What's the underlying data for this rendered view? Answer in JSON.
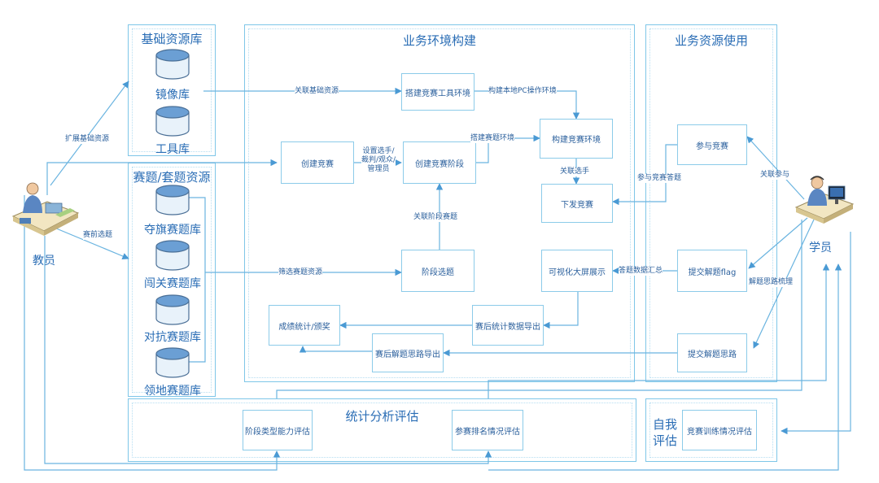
{
  "regions": {
    "base": "基础资源库",
    "contest": "赛题/套题资源",
    "env": "业务环境构建",
    "use": "业务资源使用",
    "stats": "统计分析评估",
    "self_line1": "自我",
    "self_line2": "评估"
  },
  "databases": {
    "mirror": "镜像库",
    "tool": "工具库",
    "ctf": "夺旗赛题库",
    "chuangguan": "闯关赛题库",
    "duikang": "对抗赛题库",
    "lingdi": "领地赛题库"
  },
  "actors": {
    "teacher": "教员",
    "student": "学员"
  },
  "nodes": {
    "build_tool_env": "搭建竞赛工具环境",
    "create_contest": "创建竞赛",
    "create_stage": "创建竞赛阶段",
    "build_env": "构建竞赛环境",
    "dispatch": "下发竞赛",
    "stage_select": "阶段选题",
    "big_screen": "可视化大屏展示",
    "after_export": "赛后统计数据导出",
    "score": "成绩统计/颁奖",
    "solution_export": "赛后解题思路导出",
    "join": "参与竞赛",
    "submit_flag": "提交解题flag",
    "submit_idea": "提交解题思路",
    "stage_eval": "阶段类型能力评估",
    "rank_eval": "参赛排名情况评估",
    "train_eval": "竞赛训练情况评估"
  },
  "edges": {
    "expand_base": "扩展基础资源",
    "pre_select": "赛前选题",
    "link_base": "关联基础资源",
    "local_pc": "构建本地PC操作环境",
    "set_roles": "设置选手/\n裁判/观众/\n管理员",
    "build_stage_env": "搭建赛题环境",
    "link_player": "关联选手",
    "link_stage": "关联阶段赛题",
    "filter": "筛选赛题资源",
    "join_answer": "参与竞赛答题",
    "link_join": "关联参与",
    "answer_summary": "答题数据汇总",
    "idea_comb": "解题思路梳理"
  },
  "colors": {
    "line": "#6ab4e0",
    "arrow": "#4a9ad4",
    "title": "#2a6db5"
  }
}
